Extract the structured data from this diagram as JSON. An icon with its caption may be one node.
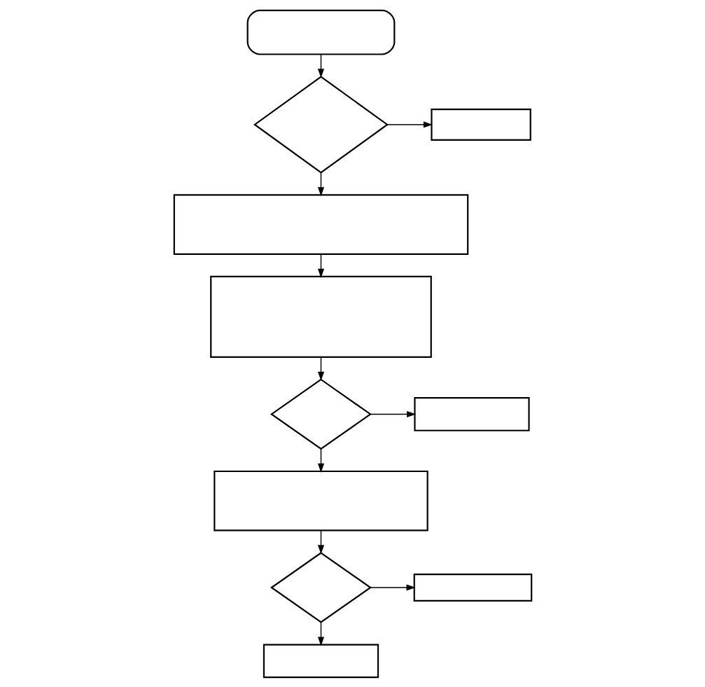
{
  "diagram": {
    "nodes": [
      {
        "text": [],
        "shape": "stadium"
      },
      {
        "text": [],
        "shape": "diamond"
      },
      {
        "text": [],
        "shape": "box"
      },
      {
        "text": [],
        "shape": "box"
      },
      {
        "text": [],
        "shape": "box"
      },
      {
        "text": [],
        "shape": "diamond"
      },
      {
        "text": [],
        "shape": "box"
      },
      {
        "text": [],
        "shape": "box"
      },
      {
        "text": [],
        "shape": "diamond"
      },
      {
        "text": [],
        "shape": "box"
      },
      {
        "text": [],
        "shape": "box"
      }
    ],
    "edges": [
      {
        "from": 0,
        "to": 1,
        "arrow": "to"
      },
      {
        "from": 1,
        "to": 2,
        "arrow": "to"
      },
      {
        "from": 1,
        "to": 3,
        "arrow": "to"
      },
      {
        "from": 3,
        "to": 4,
        "arrow": "to"
      },
      {
        "from": 4,
        "to": 5,
        "arrow": "to"
      },
      {
        "from": 5,
        "to": 6,
        "arrow": "to"
      },
      {
        "from": 5,
        "to": 7,
        "arrow": "to"
      },
      {
        "from": 7,
        "to": 8,
        "arrow": "to"
      },
      {
        "from": 8,
        "to": 9,
        "arrow": "to"
      },
      {
        "from": 8,
        "to": 10,
        "arrow": "to"
      }
    ]
  }
}
